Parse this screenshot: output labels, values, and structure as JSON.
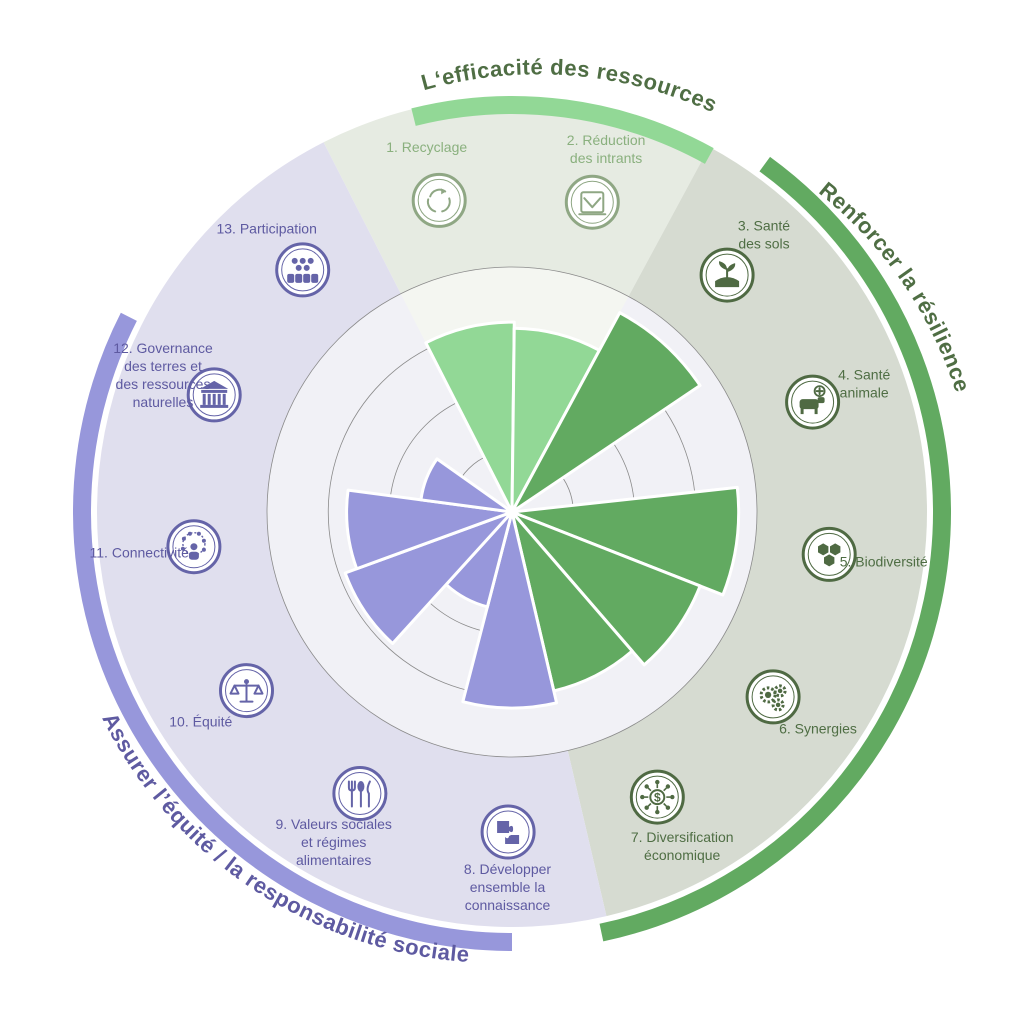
{
  "colors": {
    "efficiency_bar": "#92d896",
    "efficiency_bg": "#e6ebe2",
    "efficiency_text": "#8ab07e",
    "efficiency_icon": "#8fa784",
    "resilience_bar": "#62aa61",
    "resilience_bg": "#d6dbd1",
    "resilience_text": "#4f6e44",
    "resilience_icon": "#4f6a43",
    "equity_bar": "#9797db",
    "equity_bg": "#e0dfee",
    "equity_text": "#5e5aa1",
    "equity_icon": "#6564a8",
    "inner_bg": "#f1f1f6",
    "ring": "#8a8a8a"
  },
  "groups": {
    "efficiency": {
      "title": "L‘efficacité des ressources"
    },
    "resilience": {
      "title": "Renforcer la résilience"
    },
    "equity": {
      "title": "Assurer l’équité / la responsabilité sociale"
    }
  },
  "chart_data": {
    "type": "polar-bar",
    "rmax": 4,
    "rings": [
      1,
      2,
      3,
      4
    ],
    "categories": [
      {
        "label": "1. Recyclage",
        "lines": [
          "1. Recyclage"
        ],
        "group": "efficiency",
        "value": 3.1,
        "icon": "recycle-icon"
      },
      {
        "label": "2. Réduction des intrants",
        "lines": [
          "2. Réduction",
          "des intrants"
        ],
        "group": "efficiency",
        "value": 3.0,
        "icon": "reduce-inputs-icon"
      },
      {
        "label": "3. Santé des sols",
        "lines": [
          "3. Santé",
          "des sols"
        ],
        "group": "resilience",
        "value": 3.7,
        "icon": "soil-health-icon"
      },
      {
        "label": "4. Santé animale",
        "lines": [
          "4. Santé",
          "animale"
        ],
        "group": "resilience",
        "value": 0.0,
        "icon": "animal-health-icon"
      },
      {
        "label": "5. Biodiversité",
        "lines": [
          "5. Biodiversité"
        ],
        "group": "resilience",
        "value": 3.7,
        "icon": "biodiversity-icon"
      },
      {
        "label": "6. Synergies",
        "lines": [
          "6. Synergies"
        ],
        "group": "resilience",
        "value": 3.3,
        "icon": "synergies-icon"
      },
      {
        "label": "7. Diversification économique",
        "lines": [
          "7. Diversification",
          "économique"
        ],
        "group": "resilience",
        "value": 3.0,
        "icon": "economic-diversification-icon"
      },
      {
        "label": "8. Développer ensemble la connaissance",
        "lines": [
          "8. Développer",
          "ensemble la",
          "connaissance"
        ],
        "group": "equity",
        "value": 3.2,
        "icon": "knowledge-icon"
      },
      {
        "label": "9. Valeurs sociales et régimes alimentaires",
        "lines": [
          "9. Valeurs sociales",
          "et régimes",
          "alimentaires"
        ],
        "group": "equity",
        "value": 1.6,
        "icon": "food-values-icon"
      },
      {
        "label": "10. Équité",
        "lines": [
          "10. Équité"
        ],
        "group": "equity",
        "value": 2.9,
        "icon": "equity-scale-icon"
      },
      {
        "label": "11. Connectivité",
        "lines": [
          "11. Connectivité"
        ],
        "group": "equity",
        "value": 2.7,
        "icon": "connectivity-icon"
      },
      {
        "label": "12. Governance des terres et des ressources naturelles",
        "lines": [
          "12. Governance",
          "des terres et",
          "des ressources",
          "naturelles"
        ],
        "group": "equity",
        "value": 1.5,
        "icon": "governance-icon"
      },
      {
        "label": "13. Participation",
        "lines": [
          "13. Participation"
        ],
        "group": "equity",
        "value": 0.0,
        "icon": "participation-icon"
      }
    ]
  }
}
